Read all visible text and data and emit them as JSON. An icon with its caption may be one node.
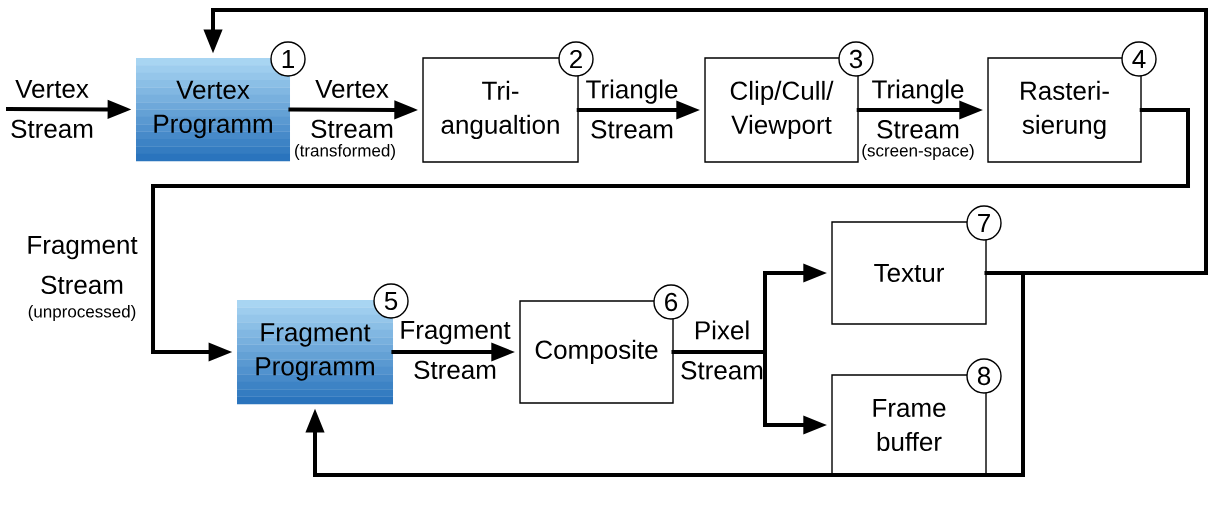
{
  "diagram": {
    "nodes": [
      {
        "text": [
          "Vertex Programm",
          "1"
        ]
      },
      {
        "text": [
          "Tri- angualtion",
          "2"
        ]
      },
      {
        "text": [
          "Clip/Cull/ Viewport",
          "3"
        ]
      },
      {
        "text": [
          "Rasteri- sierung",
          "4"
        ]
      },
      {
        "text": [
          "Fragment Programm",
          "5"
        ]
      },
      {
        "text": [
          "Composite",
          "6"
        ]
      },
      {
        "text": [
          "Textur",
          "7"
        ]
      },
      {
        "text": [
          "Frame buffer",
          "8"
        ]
      }
    ],
    "edges": [
      {
        "from": null,
        "to": 0,
        "arrow": "to",
        "label": "Vertex Stream"
      },
      {
        "from": 0,
        "to": 1,
        "arrow": "to",
        "label": "Vertex Stream"
      },
      {
        "from": 1,
        "to": 2,
        "arrow": "to",
        "label": "Triangle Stream"
      },
      {
        "from": 2,
        "to": 3,
        "arrow": "to",
        "label": "Triangle Stream"
      },
      {
        "from": 3,
        "to": 4,
        "arrow": "to",
        "label": "Fragment Stream"
      },
      {
        "from": 4,
        "to": 5,
        "arrow": "to",
        "label": "Fragment Stream"
      },
      {
        "from": 5,
        "to": 6,
        "arrow": "to",
        "label": "Pixel Stream"
      },
      {
        "from": 5,
        "to": 7,
        "arrow": "to"
      },
      {
        "from": 6,
        "to": 0,
        "arrow": "to"
      },
      {
        "from": 6,
        "to": 4,
        "arrow": "to"
      }
    ],
    "labels": [
      "(transformed)",
      "(screen-space)",
      "(unprocessed)"
    ]
  }
}
